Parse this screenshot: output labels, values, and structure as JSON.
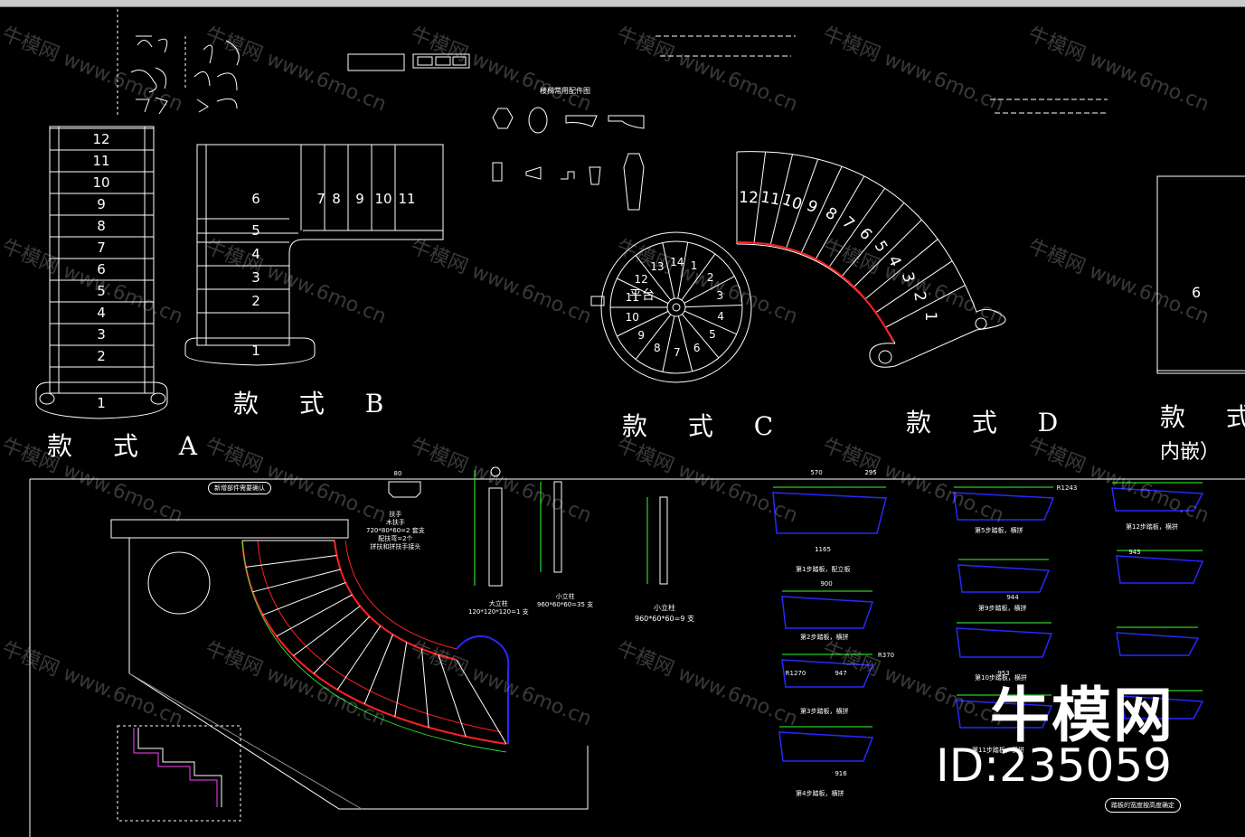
{
  "styles": {
    "a": {
      "label": "款 式 A",
      "steps": [
        "1",
        "2",
        "3",
        "4",
        "5",
        "6",
        "7",
        "8",
        "9",
        "10",
        "11",
        "12"
      ]
    },
    "b": {
      "label": "款 式 B",
      "lower_steps": [
        "1",
        "2",
        "3",
        "4",
        "5"
      ],
      "landing": "6",
      "upper_steps": [
        "7",
        "8",
        "9",
        "10",
        "11"
      ]
    },
    "c": {
      "label": "款 式 C",
      "steps": [
        "1",
        "2",
        "3",
        "4",
        "5",
        "6",
        "7",
        "8",
        "9",
        "10",
        "11",
        "12",
        "13",
        "14"
      ],
      "platform": "平台"
    },
    "d": {
      "label": "款 式 D",
      "steps": [
        "1",
        "2",
        "3",
        "4",
        "5",
        "6",
        "7",
        "8",
        "9",
        "10",
        "11",
        "12"
      ]
    },
    "e": {
      "label": "款 式",
      "step": "6",
      "note": "内嵌）"
    }
  },
  "details": {
    "parts_title": "楼梯常用配件图",
    "handrail": [
      "扶手",
      "木扶手",
      "720*80*60=2 套支",
      "配扶弯=2个",
      "拼扶和拼扶手接头"
    ],
    "big_post": [
      "大立柱",
      "120*120*120=1 支"
    ],
    "small_post_1": [
      "小立柱",
      "960*60*60=35 支"
    ],
    "small_post_2": [
      "小立柱",
      "960*60*60=9 支"
    ],
    "plan_note": "新增部件需要确认",
    "tread_notes": [
      "第1步踏板，配立板",
      "第2步踏板，横拼",
      "第3步踏板，横拼",
      "第4步踏板，横拼",
      "第5步踏板，横拼",
      "第9步踏板，横拼",
      "第10步踏板，横拼",
      "第11步踏板，横拼",
      "第12步踏板，横拼"
    ],
    "tread_box_note": "踏板的宽度按高度确定",
    "dims": [
      "570",
      "295",
      "1165",
      "900",
      "947",
      "916",
      "944",
      "953",
      "945",
      "R1270",
      "R1243",
      "R370",
      "80"
    ]
  },
  "watermark": {
    "text": "牛模网",
    "url": "www.6mo.cn"
  },
  "brand": {
    "name": "牛模网",
    "id": "ID:235059"
  },
  "colors": {
    "line": "#ffffff",
    "red": "#ff2020",
    "blue": "#2828ff",
    "magenta": "#ff40ff",
    "green": "#30ff30",
    "gray": "#8c8c8c"
  }
}
